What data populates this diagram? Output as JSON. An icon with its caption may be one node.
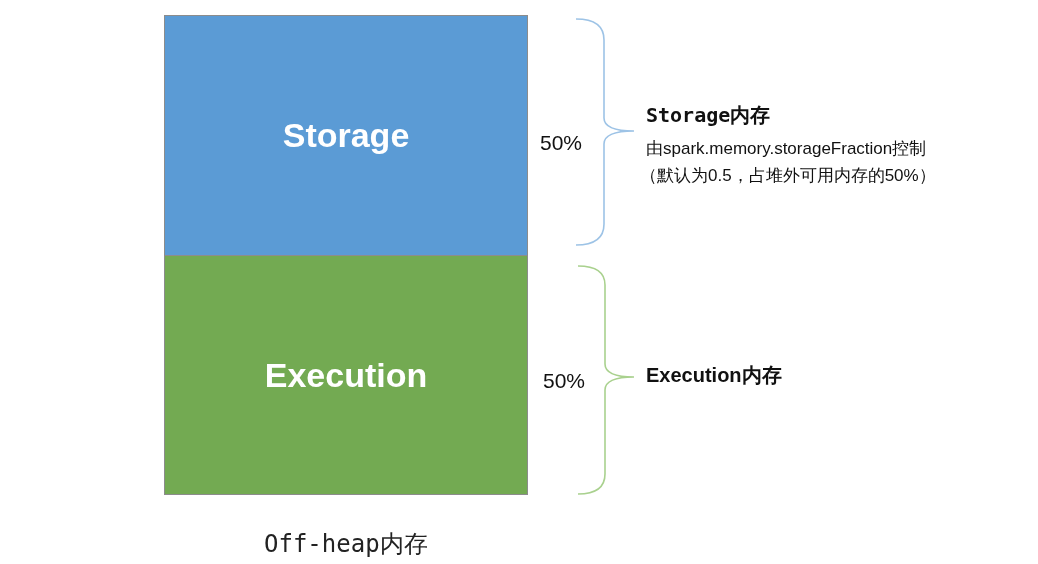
{
  "diagram": {
    "caption": "Off-heap内存",
    "nodes": [
      {
        "text": [
          "Storage"
        ],
        "beside": [
          "50%"
        ]
      },
      {
        "text": [
          "Execution"
        ],
        "beside": [
          "50%"
        ]
      }
    ],
    "labels": [
      "Storage内存",
      "由spark.memory.storageFraction控制",
      "（默认为0.5，占堆外可用内存的50%）",
      "Execution内存"
    ]
  }
}
